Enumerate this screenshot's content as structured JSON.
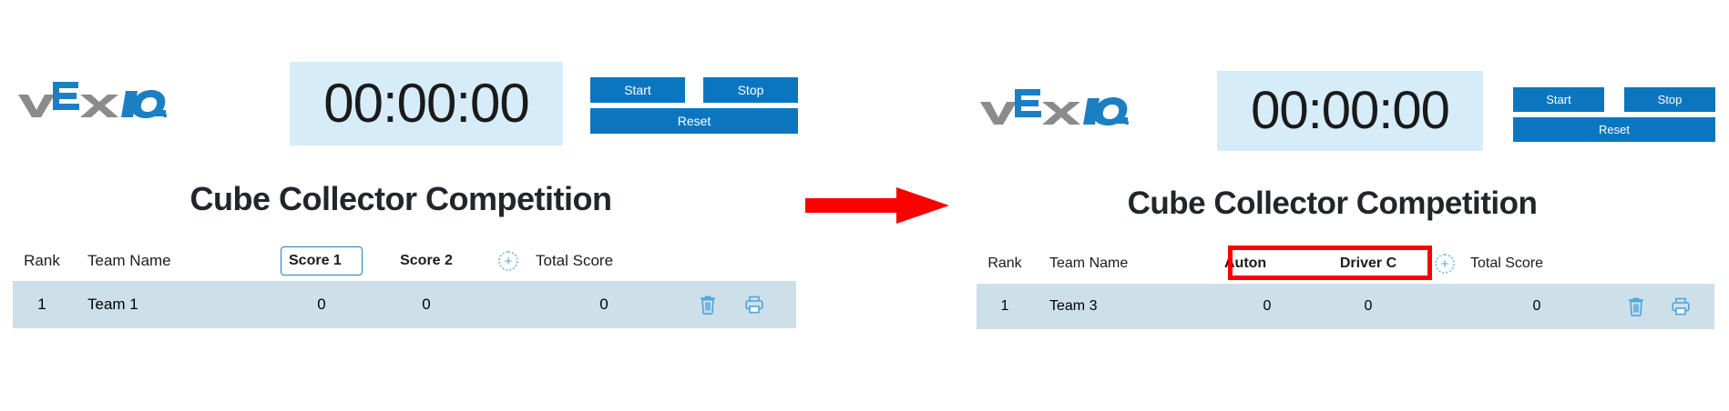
{
  "brand": {
    "logo_text_v": "v",
    "logo_text_e": "E",
    "logo_text_x": "x",
    "logo_text_iq": "IQ",
    "logo_name": "VEX IQ",
    "gray": "#8b8b8b",
    "blue": "#1b7fc4"
  },
  "colors": {
    "button_blue": "#0b76bf",
    "timer_bg": "#d6ecf8",
    "row_bg": "#cde0ea",
    "arrow_red": "#fc0000",
    "highlight_red": "#fc0000",
    "title_color": "#22262b",
    "icon_blue": "#4ba3dd"
  },
  "annotation": {
    "arrow_name": "transition-arrow",
    "arrow_direction": "right"
  },
  "panels": [
    {
      "id": "before",
      "timer": {
        "value": "00:00:00"
      },
      "controls": [
        {
          "label": "Start",
          "name": "start-button"
        },
        {
          "label": "Stop",
          "name": "stop-button"
        },
        {
          "label": "Reset",
          "name": "reset-button"
        }
      ],
      "title": "Cube Collector Competition",
      "table": {
        "headers": {
          "rank": "Rank",
          "team_name": "Team Name",
          "score1": "Score 1",
          "score2": "Score 2",
          "add": "+",
          "total": "Total Score"
        },
        "score1_focused": true,
        "highlight": false,
        "rows": [
          {
            "rank": "1",
            "team_name": "Team 1",
            "score1": "0",
            "score2": "0",
            "total": "0",
            "delete_icon": "trash-icon",
            "print_icon": "print-icon"
          }
        ]
      }
    },
    {
      "id": "after",
      "timer": {
        "value": "00:00:00"
      },
      "controls": [
        {
          "label": "Start",
          "name": "start-button"
        },
        {
          "label": "Stop",
          "name": "stop-button"
        },
        {
          "label": "Reset",
          "name": "reset-button"
        }
      ],
      "title": "Cube Collector Competition",
      "table": {
        "headers": {
          "rank": "Rank",
          "team_name": "Team Name",
          "score1": "Auton",
          "score2": "Driver C",
          "add": "+",
          "total": "Total Score"
        },
        "score1_focused": false,
        "highlight": true,
        "rows": [
          {
            "rank": "1",
            "team_name": "Team 3",
            "score1": "0",
            "score2": "0",
            "total": "0",
            "delete_icon": "trash-icon",
            "print_icon": "print-icon"
          }
        ]
      }
    }
  ]
}
